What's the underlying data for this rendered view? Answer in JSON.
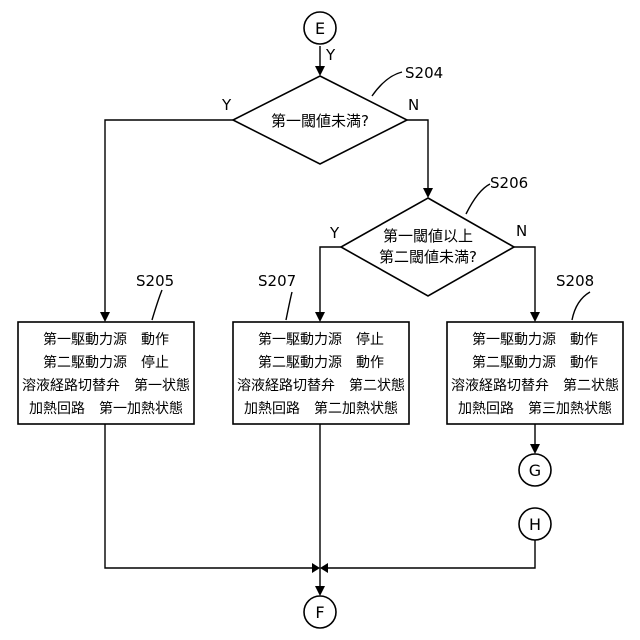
{
  "connectors": {
    "start": "E",
    "end": "F",
    "g": "G",
    "h": "H"
  },
  "decisions": {
    "d204": {
      "step": "S204",
      "text": "第一閾値未満?",
      "yes": "Y",
      "no": "N",
      "entry_label": "Y"
    },
    "d206": {
      "step": "S206",
      "lines": [
        "第一閾値以上",
        "第二閾値未満?"
      ],
      "yes": "Y",
      "no": "N"
    }
  },
  "processes": {
    "p205": {
      "step": "S205",
      "lines": [
        "第一駆動力源　動作",
        "第二駆動力源　停止",
        "溶液経路切替弁　第一状態",
        "加熱回路　第一加熱状態"
      ]
    },
    "p207": {
      "step": "S207",
      "lines": [
        "第一駆動力源　停止",
        "第二駆動力源　動作",
        "溶液経路切替弁　第二状態",
        "加熱回路　第二加熱状態"
      ]
    },
    "p208": {
      "step": "S208",
      "lines": [
        "第一駆動力源　動作",
        "第二駆動力源　動作",
        "溶液経路切替弁　第二状態",
        "加熱回路　第三加熱状態"
      ]
    }
  }
}
